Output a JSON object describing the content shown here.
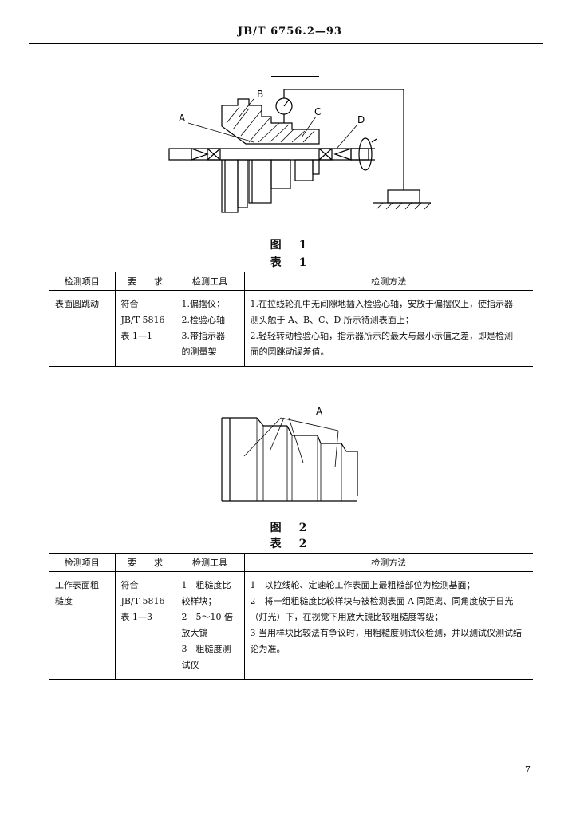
{
  "header": {
    "standard_code": "JB/T 6756.2—93"
  },
  "figure1": {
    "caption": "图　1",
    "labels": {
      "a": "A",
      "b": "B",
      "c": "C",
      "d": "D"
    }
  },
  "table1": {
    "title": "表　1",
    "columns": [
      "检测项目",
      "要　　求",
      "检测工具",
      "检测方法"
    ],
    "item": "表面圆跳动",
    "requirement": [
      "符合",
      "JB/T 5816",
      "表 1—1"
    ],
    "tools": [
      "1.偏摆仪；",
      "2.检验心轴",
      "3.带指示器",
      "的测量架"
    ],
    "method": [
      "1.在拉线轮孔中无间隙地插入检验心轴，安放于偏摆仪上，使指示器",
      "测头触于 A、B、C、D 所示待测表面上；",
      "2.轻轻转动检验心轴，指示器所示的最大与最小示值之差，即是检测",
      "面的圆跳动误差值。"
    ]
  },
  "figure2": {
    "caption": "图　2",
    "labels": {
      "a": "A"
    }
  },
  "table2": {
    "title": "表　2",
    "columns": [
      "检测项目",
      "要　　求",
      "检测工具",
      "检测方法"
    ],
    "item": [
      "工作表面粗",
      "糙度"
    ],
    "requirement": [
      "符合",
      "JB/T 5816",
      "表 1—3"
    ],
    "tools": [
      "1　粗糙度比",
      "较样块；",
      "2　5～10 倍",
      "放大镜",
      "3　粗糙度测",
      "试仪"
    ],
    "method": [
      "1　以拉线轮、定速轮工作表面上最粗糙部位为检测基面；",
      "2　将一组粗糙度比较样块与被检测表面 A 同距离、同角度放于日光",
      "（灯光）下，在视觉下用放大镜比较粗糙度等级；",
      "3 当用样块比较法有争议时，用粗糙度测试仪检测，并以测试仪测试结",
      "论为准。"
    ]
  },
  "page_number": "7"
}
